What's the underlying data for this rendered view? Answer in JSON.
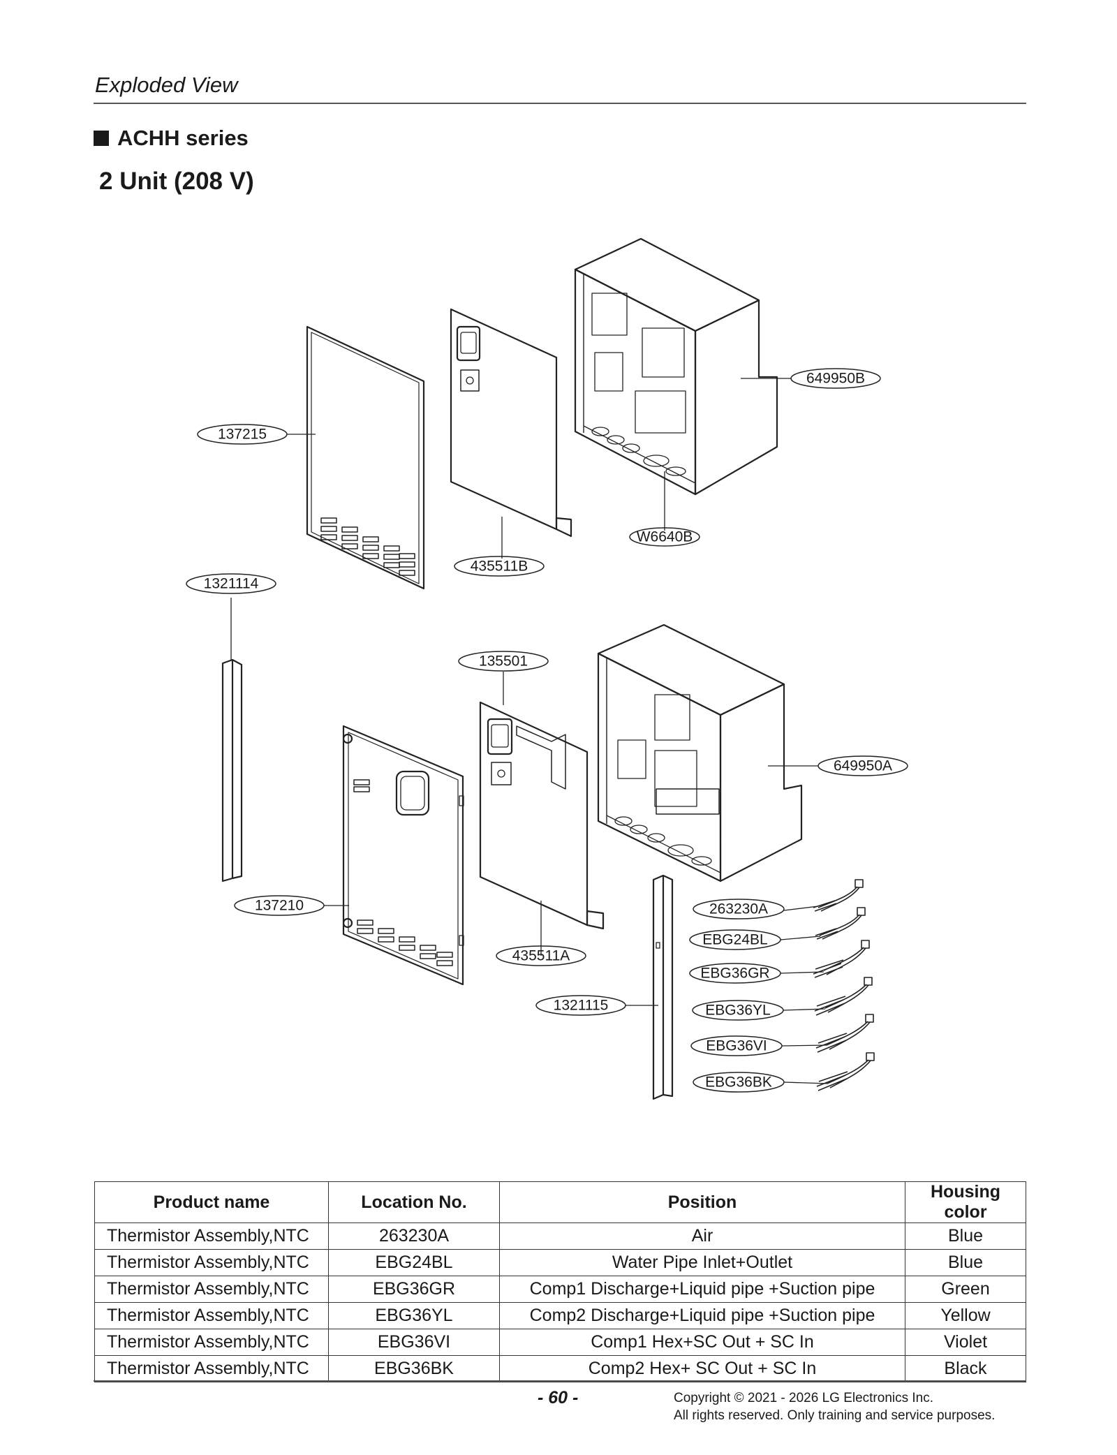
{
  "header": {
    "section_title": "Exploded View",
    "series": "ACHH series",
    "unit": "2 Unit (208 V)"
  },
  "diagram": {
    "callouts": {
      "c649950B": "649950B",
      "c137215": "137215",
      "cW6640B": "W6640B",
      "c435511B": "435511B",
      "c1321114": "1321114",
      "c135501": "135501",
      "c649950A": "649950A",
      "c137210": "137210",
      "c263230A": "263230A",
      "cEBG24BL": "EBG24BL",
      "c435511A": "435511A",
      "cEBG36GR": "EBG36GR",
      "c1321115": "1321115",
      "cEBG36YL": "EBG36YL",
      "cEBG36VI": "EBG36VI",
      "cEBG36BK": "EBG36BK"
    }
  },
  "table": {
    "headers": [
      "Product name",
      "Location No.",
      "Position",
      "Housing color"
    ],
    "rows": [
      [
        "Thermistor Assembly,NTC",
        "263230A",
        "Air",
        "Blue"
      ],
      [
        "Thermistor Assembly,NTC",
        "EBG24BL",
        "Water Pipe Inlet+Outlet",
        "Blue"
      ],
      [
        "Thermistor Assembly,NTC",
        "EBG36GR",
        "Comp1 Discharge+Liquid pipe +Suction pipe",
        "Green"
      ],
      [
        "Thermistor Assembly,NTC",
        "EBG36YL",
        "Comp2 Discharge+Liquid pipe +Suction pipe",
        "Yellow"
      ],
      [
        "Thermistor Assembly,NTC",
        "EBG36VI",
        "Comp1 Hex+SC Out + SC In",
        "Violet"
      ],
      [
        "Thermistor Assembly,NTC",
        "EBG36BK",
        "Comp2 Hex+ SC Out + SC In",
        "Black"
      ]
    ]
  },
  "footer": {
    "page_number": "- 60 -",
    "copyright_line1": "Copyright © 2021 - 2026 LG Electronics Inc.",
    "copyright_line2": "All rights reserved. Only training and service purposes."
  }
}
